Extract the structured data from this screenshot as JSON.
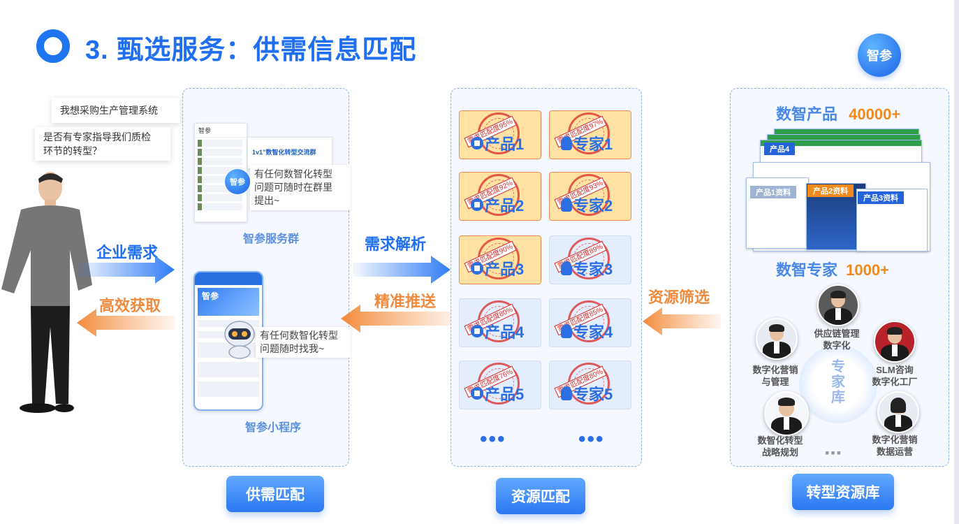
{
  "header": {
    "title": "3. 甄选服务：供需信息匹配",
    "logo_text": "智参"
  },
  "left": {
    "bubble_1": "我想采购生产管理系统",
    "bubble_2_line1": "是否有专家指导我们质检",
    "bubble_2_line2": "环节的转型？",
    "arrow_demand": "企业需求",
    "arrow_obtain": "高效获取"
  },
  "service_panel": {
    "group_bubble_line1": "有任何数智化转型",
    "group_bubble_line2": "问题可随时在群里",
    "group_bubble_line3": "提出~",
    "group_label": "智参服务群",
    "miniapp_bubble_line1": "有任何数智化转型",
    "miniapp_bubble_line2": "问题随时找我~",
    "miniapp_label": "智参小程序",
    "chat_header": "智参",
    "chat_banner": "1v1”数智化转型交流群",
    "bottom_button": "供需匹配"
  },
  "middle": {
    "arrow_parse": "需求解析",
    "arrow_push": "精准推送",
    "products": [
      {
        "label": "产品1",
        "stamp": "需求匹配度95%",
        "hot": true
      },
      {
        "label": "产品2",
        "stamp": "需求匹配度92%",
        "hot": true
      },
      {
        "label": "产品3",
        "stamp": "需求匹配度90%",
        "hot": true
      },
      {
        "label": "产品4",
        "stamp": "需求匹配度80%",
        "hot": false
      },
      {
        "label": "产品5",
        "stamp": "需求匹配度76%",
        "hot": false
      }
    ],
    "experts": [
      {
        "label": "专家1",
        "stamp": "需求匹配度97%",
        "hot": true
      },
      {
        "label": "专家2",
        "stamp": "需求匹配度93%",
        "hot": true
      },
      {
        "label": "专家3",
        "stamp": "需求匹配度89%",
        "hot": false
      },
      {
        "label": "专家4",
        "stamp": "需求匹配度85%",
        "hot": false
      },
      {
        "label": "专家5",
        "stamp": "需求匹配度80%",
        "hot": false
      }
    ],
    "ellipsis": "•••",
    "bottom_button": "资源匹配"
  },
  "right": {
    "arrow_filter": "资源筛选",
    "products_title": "数智产品",
    "products_count": "40000+",
    "experts_title": "数智专家",
    "experts_count": "1000+",
    "doc_tags": [
      "产品4",
      "产品1资料",
      "产品2资料",
      "产品3资料"
    ],
    "expert_center": "专家库",
    "expert_labels": [
      {
        "line1": "供应链管理",
        "line2": "数字化"
      },
      {
        "line1": "数字化营销",
        "line2": "与管理"
      },
      {
        "line1": "SLM咨询",
        "line2": "数字化工厂"
      },
      {
        "line1": "数智化转型",
        "line2": "战略规划"
      },
      {
        "line1": "数字化营销",
        "line2": "数据运营"
      }
    ],
    "ellipsis": "▪▪▪",
    "bottom_button": "转型资源库"
  },
  "colors": {
    "brand_blue": "#1f6ff0",
    "accent_orange": "#f08a3c",
    "card_hot": "#ffe2a4",
    "card_cool": "#e3edfb",
    "stamp_red": "#d42a2a"
  }
}
